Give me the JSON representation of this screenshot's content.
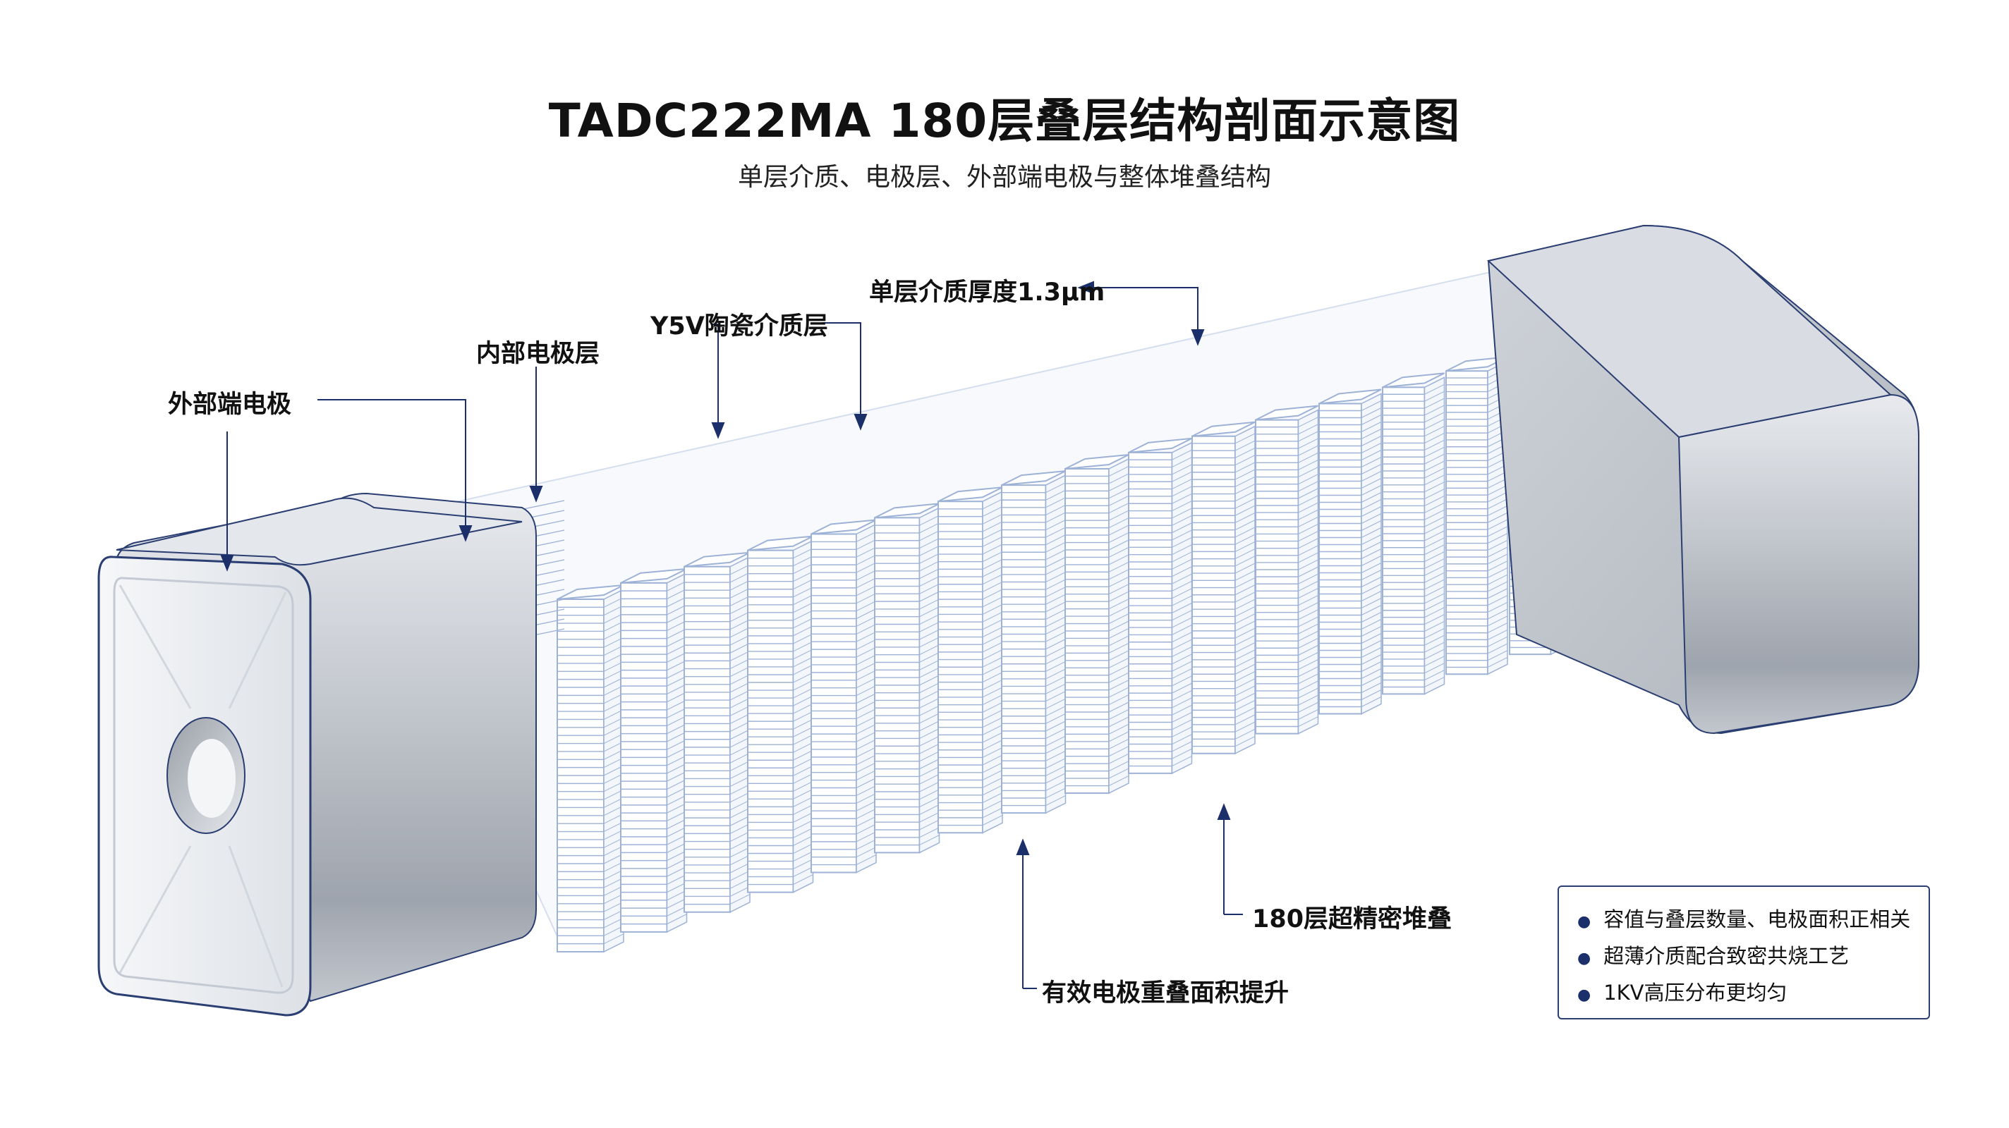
{
  "title": "TADC222MA 180层叠层结构剖面示意图",
  "subtitle": "单层介质、电极层、外部端电极与整体堆叠结构",
  "labels": {
    "external_electrode": "外部端电极",
    "internal_electrode": "内部电极层",
    "dielectric": "Y5V陶瓷介质层",
    "thickness": "单层介质厚度1.3μm",
    "stack": "180层超精密堆叠",
    "overlap": "有效电极重叠面积提升"
  },
  "notes": [
    "容值与叠层数量、电极面积正相关",
    "超薄介质配合致密共烧工艺",
    "1KV高压分布更均匀"
  ],
  "colors": {
    "accent": "#1b2f6b",
    "line": "#9db2d6",
    "terminal": "#b9bfc7"
  }
}
